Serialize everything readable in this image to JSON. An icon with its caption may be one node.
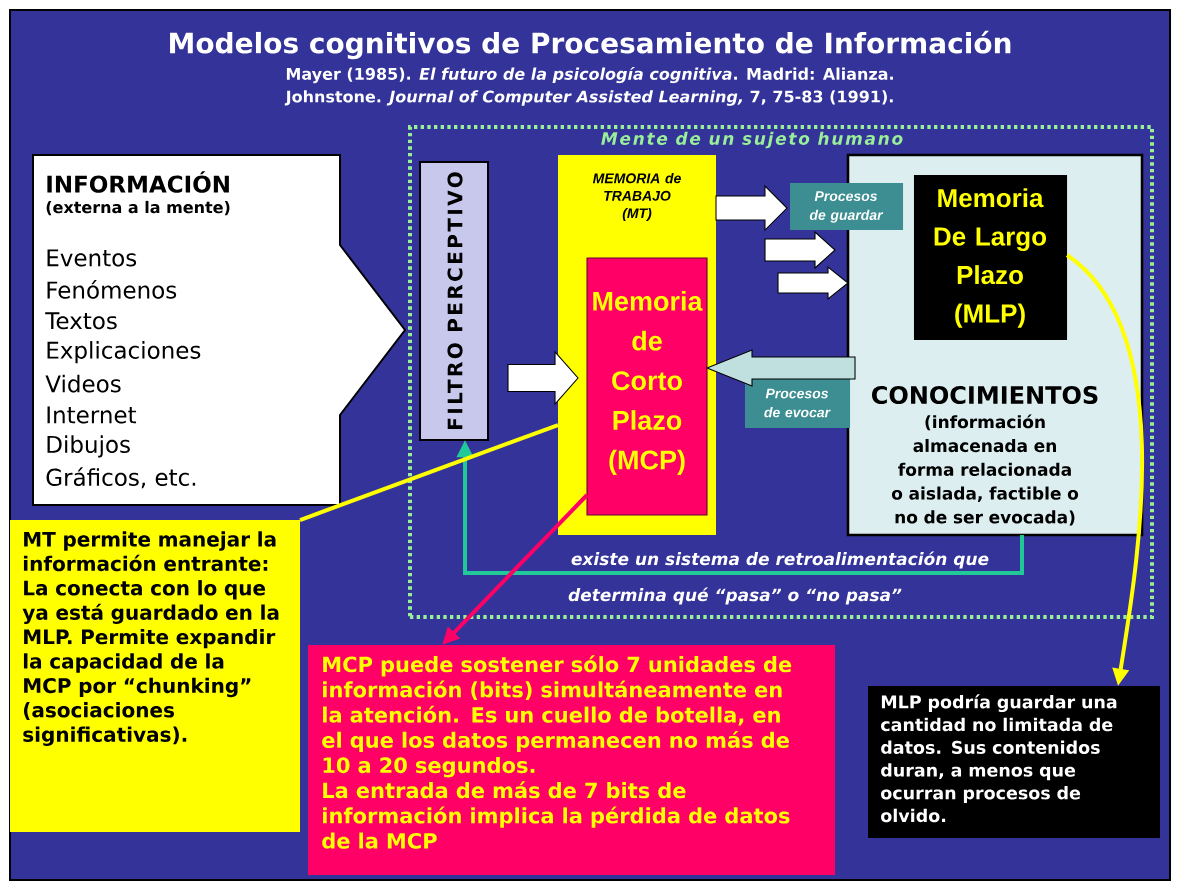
{
  "diagram": {
    "title": "Modelos cognitivos de Procesamiento de Información",
    "nodes": [
      {
        "text": [
          "Mente de un sujeto humano"
        ]
      },
      {
        "text": [
          "INFORMACIÓN",
          "(externa a la mente)",
          "Eventos",
          "Fenómenos",
          "Textos",
          "Explicaciones",
          "Videos",
          "Internet",
          "Dibujos",
          "Gráficos, etc."
        ]
      },
      {
        "text": [
          "FILTRO PERCEPTIVO"
        ],
        "in": 0
      },
      {
        "text": [
          "MEMORIA de TRABAJO (MT)"
        ],
        "in": 0
      },
      {
        "text": [
          "Memoria de Corto Plazo (MCP)"
        ],
        "in": 3
      },
      {
        "text": [
          "CONOCIMIENTOS",
          "(información almacenada en forma relacionada o aislada, factible o no de ser evocada)"
        ],
        "in": 0
      },
      {
        "text": [
          "Memoria De Largo Plazo (MLP)"
        ],
        "in": 5
      },
      {
        "text": [
          "Procesos de guardar"
        ],
        "in": 0
      },
      {
        "text": [
          "Procesos de evocar"
        ],
        "in": 0
      },
      {
        "text": [
          "MT permite manejar la información entrante:",
          "La conecta con lo que ya está guardado en la MLP. Permite expandir la capacidad de la MCP por “chunking” (asociaciones significativas)."
        ]
      },
      {
        "text": [
          "MCP puede sostener sólo 7 unidades de información (bits) simultáneamente en la atención. Es un cuello de botella, en el que los datos permanecen no más de 10 a 20 segundos.",
          "La entrada de más de 7 bits de información implica la pérdida de datos de la MCP"
        ]
      },
      {
        "text": [
          "MLP podría guardar una cantidad no limitada de datos. Sus contenidos duran, a menos que ocurran procesos de olvido."
        ]
      }
    ],
    "edges": [
      {
        "from": 2,
        "to": 4,
        "arrow": "to"
      },
      {
        "from": 3,
        "to": 7,
        "arrow": "to"
      },
      {
        "from": 3,
        "to": 5,
        "arrow": "to"
      },
      {
        "from": 3,
        "to": 5,
        "arrow": "to"
      },
      {
        "from": 5,
        "to": 4,
        "arrow": "to",
        "color": "#c0e0e0"
      },
      {
        "from": 5,
        "to": 2,
        "arrow": "to",
        "label": "existe un sistema de retroalimentación que",
        "color": "#20c997"
      },
      {
        "from": 9,
        "to": 3,
        "arrow": "none",
        "color": "#ffff00"
      },
      {
        "from": 4,
        "to": 10,
        "arrow": "to",
        "color": "#ff0066"
      },
      {
        "from": 6,
        "to": 11,
        "arrow": "to",
        "color": "#ffff00"
      }
    ],
    "labels": [
      "Mayer (1985). *El futuro de la psicología cognitiva*. Madrid: Alianza.",
      "Johnstone. *Journal of Computer Assisted Learning,* 7, 75-83 (1991).",
      "determina qué “pasa” o “no pasa”"
    ]
  }
}
